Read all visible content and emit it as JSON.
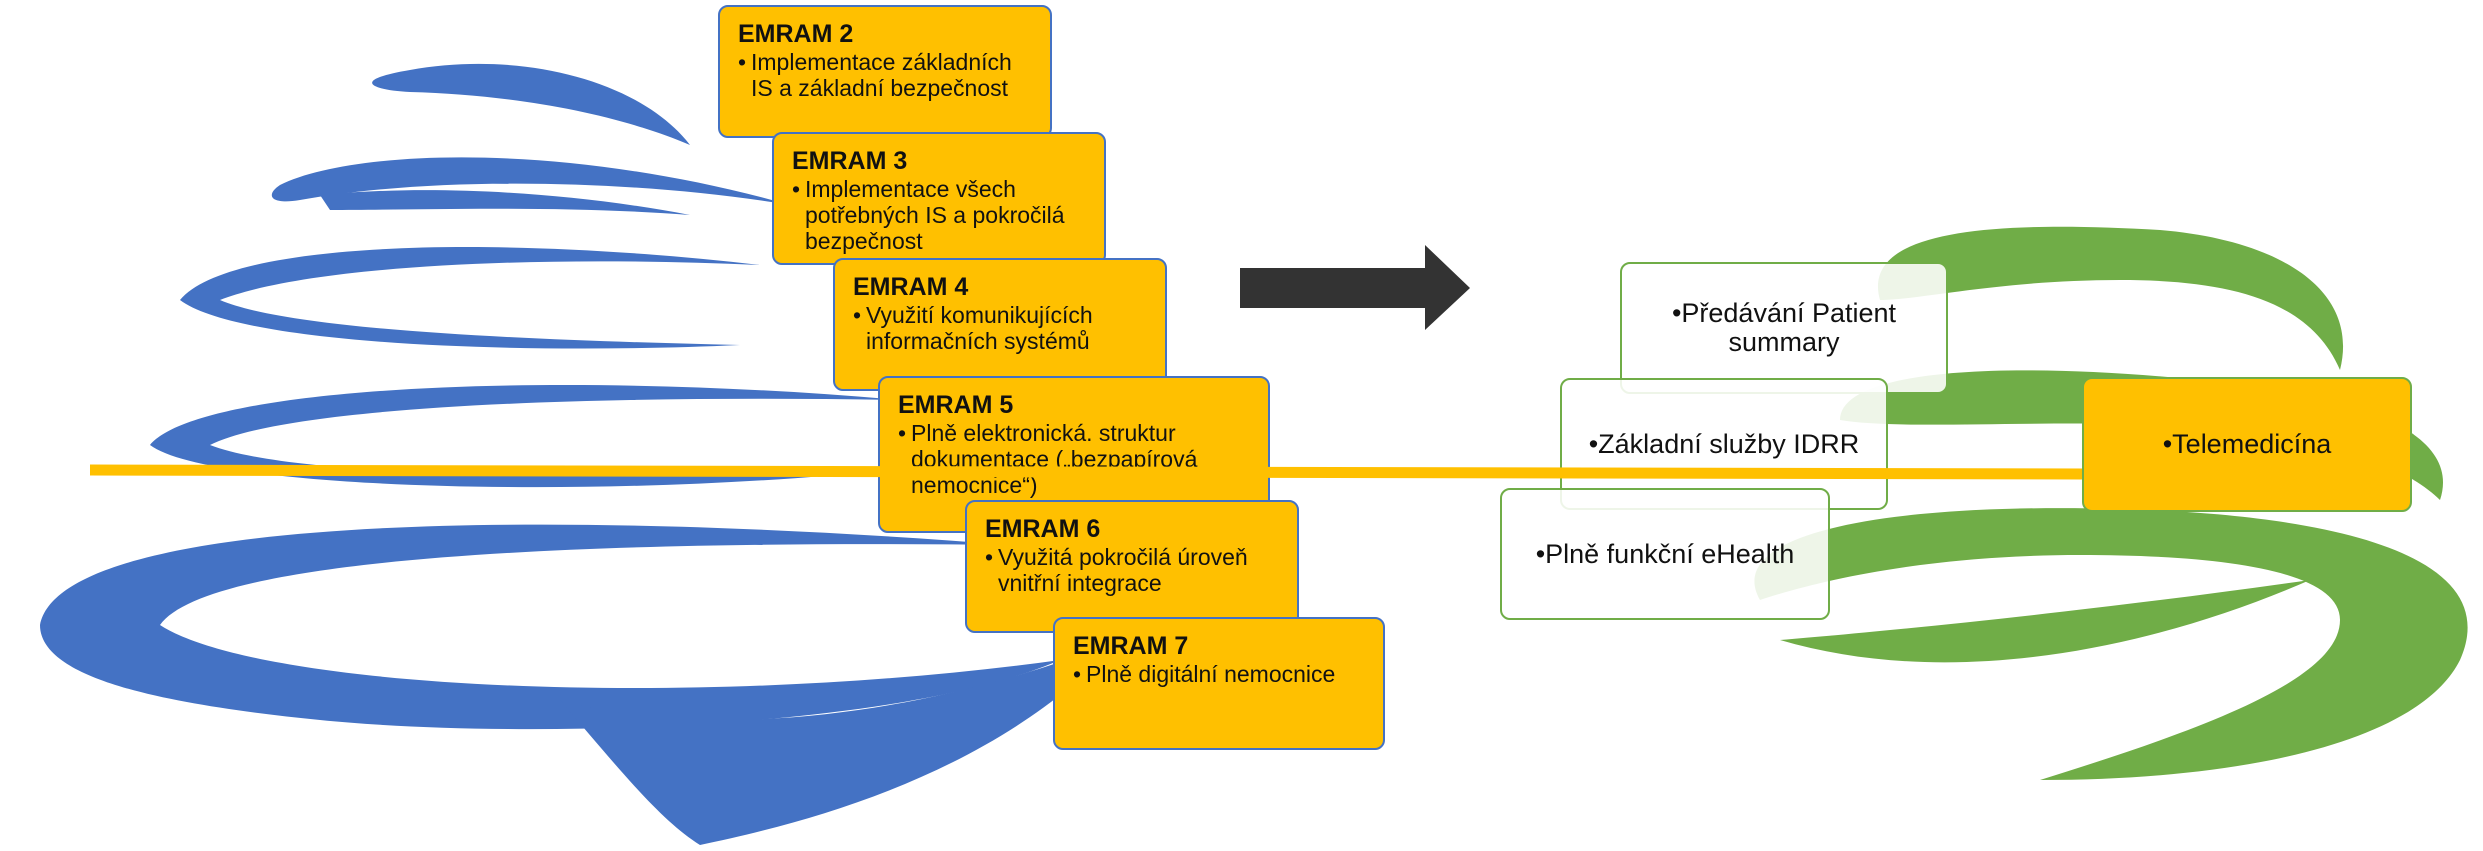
{
  "emram_levels": [
    {
      "title": "EMRAM 2",
      "description": "Implementace základních IS a základní bezpečnost"
    },
    {
      "title": "EMRAM 3",
      "description": "Implementace všech potřebných IS a pokročilá bezpečnost"
    },
    {
      "title": "EMRAM 4",
      "description": "Využití komunikujících informačních systémů"
    },
    {
      "title": "EMRAM 5",
      "description": "Plně elektronická. struktur dokumentace („bezpapírová nemocnice“)"
    },
    {
      "title": "EMRAM 6",
      "description": "Využitá pokročilá úroveň vnitřní integrace"
    },
    {
      "title": "EMRAM 7",
      "description": "Plně digitální nemocnice"
    }
  ],
  "ehealth_items": [
    {
      "label": "Předávání Patient summary"
    },
    {
      "label": "Základní služby IDRR"
    },
    {
      "label": "Plně funkční eHealth"
    }
  ],
  "telemedicine": {
    "label": "Telemedicína"
  },
  "colors": {
    "blue_spiral": "#4472C4",
    "green_spiral": "#70AD47",
    "emram_fill": "#FFC000",
    "timeline": "#FFC000",
    "arrow": "#333333"
  },
  "icons": {
    "arrow": "right-arrow-icon",
    "blue_spiral": "blue-spiral-icon",
    "green_spiral": "green-spiral-icon"
  }
}
